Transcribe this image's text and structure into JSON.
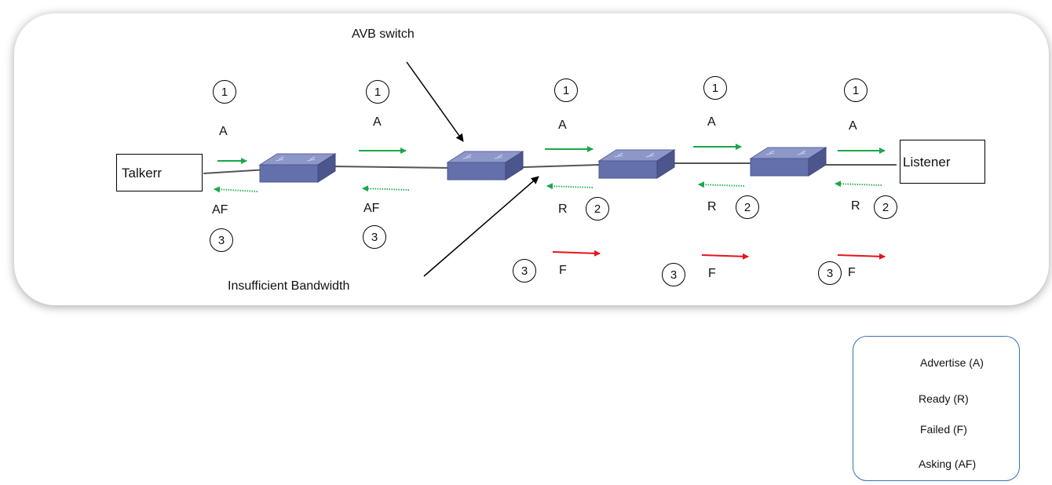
{
  "nodes": {
    "talker": "Talkerr",
    "listener": "Listener"
  },
  "annotations": {
    "avb_switch": "AVB switch",
    "insufficient_bandwidth": "Insufficient Bandwidth"
  },
  "letters": {
    "advertise": "A",
    "asking": "AF",
    "ready": "R",
    "failed": "F"
  },
  "steps": {
    "one": "1",
    "two": "2",
    "three": "3"
  },
  "legend": {
    "advertise": "Advertise (A)",
    "ready": "Ready (R)",
    "failed": "Failed (F)",
    "asking": "Asking (AF)"
  },
  "colors": {
    "advertise": "#1aa84a",
    "ready": "#33b35f",
    "failed": "#e8141b",
    "switch": "#6e7bb5",
    "legend_border": "#3b6fb0"
  }
}
